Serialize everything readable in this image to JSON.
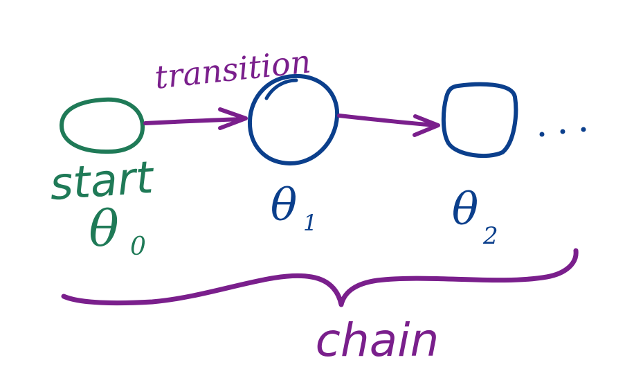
{
  "colors": {
    "start": "#1f7a57",
    "node": "#0b3f8c",
    "accent": "#7a1f8c",
    "background": "#ffffff"
  },
  "labels": {
    "transition": "transition",
    "start": "start",
    "theta": "θ",
    "sub0": "0",
    "sub1": "1",
    "sub2": "2",
    "dots": "...",
    "chain": "chain"
  }
}
